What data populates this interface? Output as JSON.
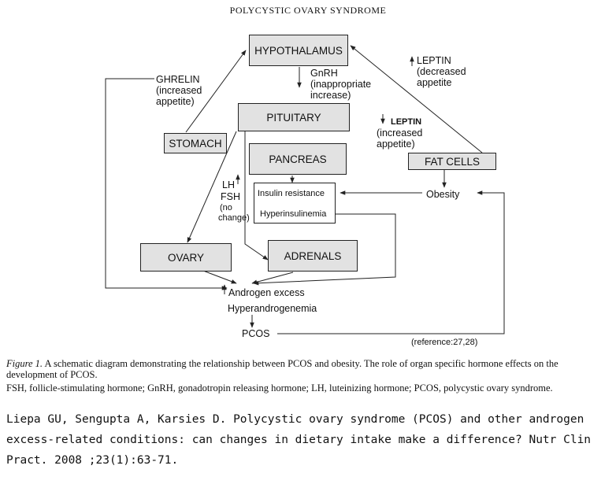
{
  "header": "POLYCYSTIC OVARY SYNDROME",
  "nodes": {
    "hypothalamus": "HYPOTHALAMUS",
    "pituitary": "PITUITARY",
    "stomach": "STOMACH",
    "pancreas": "PANCREAS",
    "insulin_resistance": "Insulin resistance",
    "hyperinsulinemia": "Hyperinsulinemia",
    "fat_cells": "FAT CELLS",
    "obesity": "Obesity",
    "ovary": "OVARY",
    "adrenals": "ADRENALS",
    "androgen_excess": "Androgen excess",
    "hyperandrogenemia": "Hyperandrogenemia",
    "pcos": "PCOS"
  },
  "labels": {
    "ghrelin": [
      "GHRELIN",
      "(increased",
      "appetite)"
    ],
    "gnrh": [
      "GnRH",
      "(inappropriate",
      "increase)"
    ],
    "leptin_up": [
      "LEPTIN",
      "(decreased",
      "appetite"
    ],
    "leptin_down": [
      "LEPTIN",
      "(increased",
      "appetite)"
    ],
    "lh": "LH",
    "fsh": "FSH",
    "fsh_note": [
      "(no",
      "change)"
    ],
    "reference": "(reference:27,28)"
  },
  "caption": {
    "figure_label": "Figure 1.",
    "text": " A schematic diagram demonstrating the relationship between PCOS and obesity. The role of organ specific hormone effects on the development of PCOS.",
    "abbreviations": "FSH, follicle-stimulating hormone; GnRH, gonadotropin releasing hormone; LH, luteinizing hormone; PCOS, polycystic ovary syndrome."
  },
  "citation": "Liepa GU, Sengupta A, Karsies D. Polycystic ovary syndrome (PCOS) and other androgen excess-related conditions: can changes in dietary intake make a difference? Nutr Clin Pract. 2008 ;23(1):63-71."
}
